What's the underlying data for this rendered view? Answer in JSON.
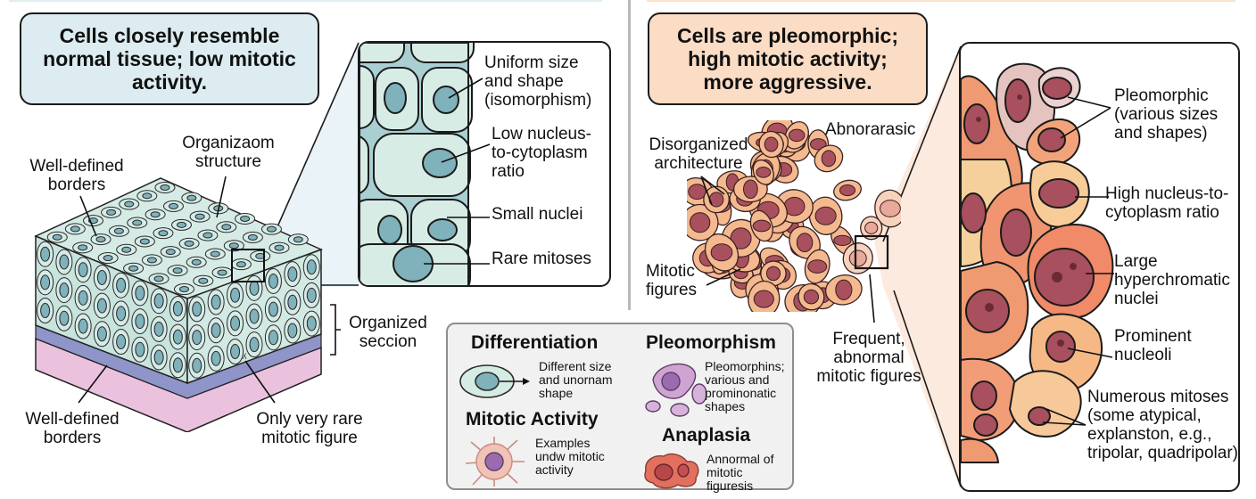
{
  "left_panel": {
    "callout": "Cells closely resemble\nnormal tissue; low mitotic\nactivity.",
    "labels": {
      "well_defined_borders_top": "Well-defined\nborders",
      "organization_structure": "Organizaom\nstructure",
      "organized_section": "Organized\nseccion",
      "well_defined_borders_bottom": "Well-defined\nborders",
      "rare_mitotic_figure": "Only very rare\nmitotic figure"
    },
    "zoom_labels": [
      "Uniform size\nand shape\n(isomorphism)",
      "Low nucleus-\nto-cytoplasm\nratio",
      "Small nuclei",
      "Rare mitoses"
    ],
    "colors": {
      "callout_bg": "#dcecf0",
      "cell_fill": "#d6ebe6",
      "nucleus": "#7fb2bb",
      "basement": "#8f95c8",
      "stroma": "#e6bcdc"
    }
  },
  "right_panel": {
    "callout": "Cells are pleomorphic;\nhigh mitotic activity;\nmore aggressive.",
    "labels": {
      "abnormal": "Abnorarasic",
      "disorganized": "Disorganized\narchitecture",
      "mitotic_figures": "Mitotic\nfigures",
      "frequent_abnormal": "Frequent,\nabnormal\nmitotic figures"
    },
    "zoom_labels": [
      "Pleomorphic\n(various sizes\nand shapes)",
      "High nucleus-to-\ncytoplasm ratio",
      "Large\nhyperchromatic\nnuclei",
      "Prominent\nnucleoli",
      "Numerous mitoses\n(some atypical,\nexplanston, e.g.,\ntripolar, quadripolar)"
    ],
    "colors": {
      "callout_bg": "#fbdcc4",
      "cell_fill": "#f4b98f",
      "nucleus": "#a8505d",
      "cell_dark": "#ec8a64"
    }
  },
  "legend": {
    "items": [
      {
        "title": "Differentiation",
        "text": "Different size\nand unornam\nshape"
      },
      {
        "title": "Pleomorphism",
        "text": "Pleomorphins;\nvarious and\nprominonatic\nshapes"
      },
      {
        "title": "Mitotic Activity",
        "text": "Examples\nundw mitotic\nactivity"
      },
      {
        "title": "Anaplasia",
        "text": "Annormal of\nmitotic figuresis"
      }
    ]
  }
}
